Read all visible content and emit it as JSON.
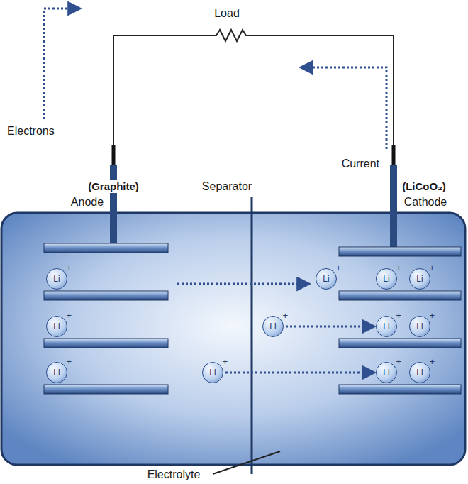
{
  "diagram": {
    "nodes": [
      {
        "text": [
          "Li",
          "+"
        ]
      },
      {
        "text": [
          "Li",
          "+"
        ]
      },
      {
        "text": [
          "Li",
          "+"
        ]
      },
      {
        "text": [
          "Li",
          "+"
        ]
      },
      {
        "text": [
          "Li",
          "+"
        ]
      },
      {
        "text": [
          "Li",
          "+"
        ]
      },
      {
        "text": [
          "Li",
          "+"
        ]
      },
      {
        "text": [
          "Li",
          "+"
        ]
      },
      {
        "text": [
          "Li",
          "+"
        ]
      },
      {
        "text": [
          "Li",
          "+"
        ]
      },
      {
        "text": [
          "Li",
          "+"
        ]
      },
      {
        "text": [
          "Li",
          "+"
        ]
      }
    ],
    "edges": [
      {
        "from": 4,
        "to": 8,
        "arrow": "to"
      },
      {
        "from": 5,
        "to": 10,
        "arrow": "to"
      }
    ],
    "labels": [
      "Load",
      "Electrons",
      "Current",
      "(Graphite)",
      "Anode",
      "Separator",
      "(LiCoO₂)",
      "Cathode",
      "Electrolyte"
    ]
  }
}
